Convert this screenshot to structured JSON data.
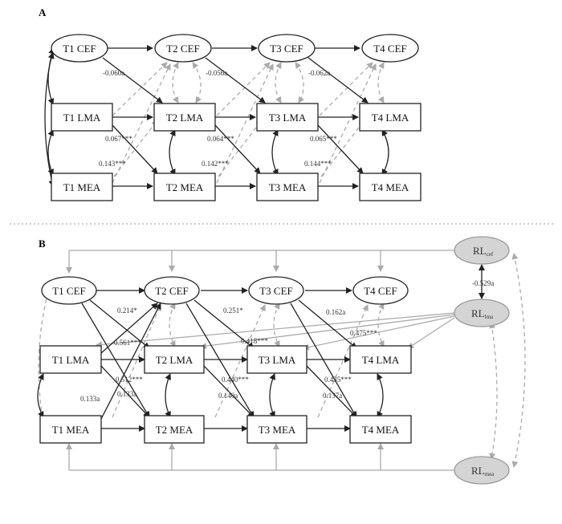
{
  "panels": {
    "a": {
      "label": "A",
      "nodes": {
        "t1cef": "T1 CEF",
        "t2cef": "T2 CEF",
        "t3cef": "T3 CEF",
        "t4cef": "T4 CEF",
        "t1lma": "T1 LMA",
        "t2lma": "T2 LMA",
        "t3lma": "T3 LMA",
        "t4lma": "T4 LMA",
        "t1mea": "T1 MEA",
        "t2mea": "T2 MEA",
        "t3mea": "T3 MEA",
        "t4mea": "T4 MEA"
      },
      "coefficients": {
        "c12_neg": "-0.060a",
        "c23_neg": "-0.056a",
        "c34_neg": "-0.062a",
        "l1": "0.067***",
        "l2": "0.064***",
        "l3": "0.065***",
        "m1": "0.143***",
        "m2": "0.142***",
        "m3": "0.144***"
      }
    },
    "b": {
      "label": "B",
      "nodes": {
        "t1cef": "T1 CEF",
        "t2cef": "T2 CEF",
        "t3cef": "T3 CEF",
        "t4cef": "T4 CEF",
        "t1lma": "T1 LMA",
        "t2lma": "T2 LMA",
        "t3lma": "T3 LMA",
        "t4lma": "T4 LMA",
        "t1mea": "T1 MEA",
        "t2mea": "T2 MEA",
        "t3mea": "T3 MEA",
        "t4mea": "T4 MEA",
        "rl_cef": "RL",
        "rl_cef_sub": "cef",
        "rl_lma": "RL",
        "rl_lma_sub": "lma",
        "rl_mea": "RL",
        "rl_mea_sub": "mea"
      },
      "coefficients": {
        "a": "0.214*",
        "b": "0.251*",
        "c": "0.162a",
        "d": "0.561***",
        "e": "0.418***",
        "f": "0.475***",
        "g": "0.512***",
        "h": "0.440***",
        "i": "0.435***",
        "j": "0.133a",
        "k": "0.133a",
        "l": "0.140a",
        "m": "0.137a",
        "rl": "-0.529a"
      }
    }
  }
}
